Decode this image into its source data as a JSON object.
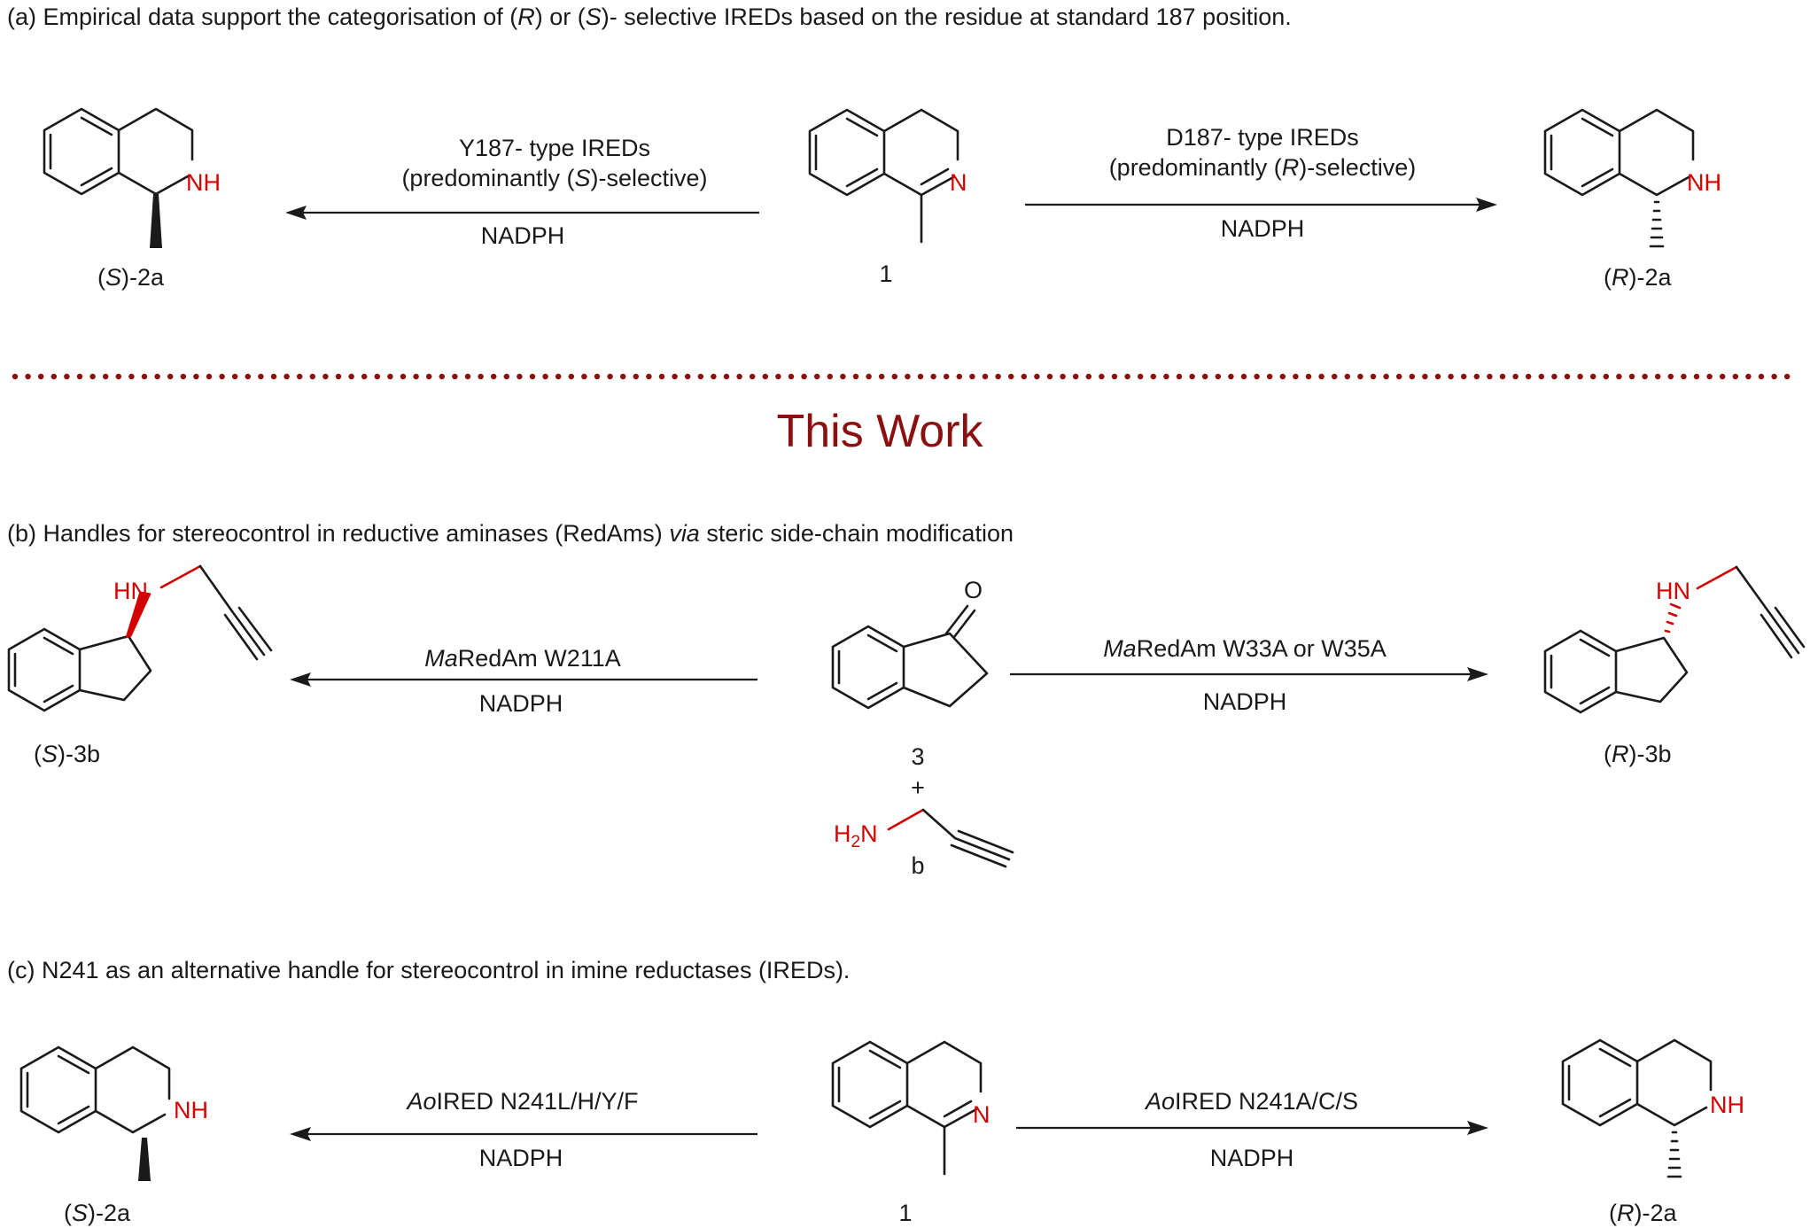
{
  "panel_a": {
    "caption_pre": "(a) Empirical data support the categorisation of (",
    "caption_R": "R",
    "caption_mid": ") or (",
    "caption_S": "S",
    "caption_post": ")- selective IREDs based on the residue at standard 187 position.",
    "left_label_open": "(",
    "left_label_italic": "S",
    "left_label_rest": ")-2a",
    "center_label": "1",
    "right_label_open": "(",
    "right_label_italic": "R",
    "right_label_rest": ")-2a",
    "left_arrow_line1": "Y187- type IREDs",
    "left_arrow_line2_pre": "(predominantly (",
    "left_arrow_line2_italic": "S",
    "left_arrow_line2_post": ")-selective)",
    "left_arrow_below": "NADPH",
    "right_arrow_line1": "D187- type IREDs",
    "right_arrow_line2_pre": "(predominantly (",
    "right_arrow_line2_italic": "R",
    "right_arrow_line2_post": ")-selective)",
    "right_arrow_below": "NADPH",
    "atom_NH_left": "NH",
    "atom_N_center": "N",
    "atom_NH_right": "NH"
  },
  "divider_title": "This Work",
  "panel_b": {
    "caption_pre": "(b)  Handles for stereocontrol in reductive aminases (RedAms) ",
    "caption_italic": "via",
    "caption_post": " steric side-chain modification",
    "left_label_open": "(",
    "left_label_italic": "S",
    "left_label_rest": ")-3b",
    "center_label": "3",
    "plus": "+",
    "amine_label": "b",
    "right_label_open": "(",
    "right_label_italic": "R",
    "right_label_rest": ")-3b",
    "left_arrow_italic": "Ma",
    "left_arrow_rest": "RedAm W211A",
    "left_arrow_below": "NADPH",
    "right_arrow_italic": "Ma",
    "right_arrow_rest": "RedAm W33A or W35A",
    "right_arrow_below": "NADPH",
    "atom_HN_left": "HN",
    "atom_O": "O",
    "atom_HN_right": "HN",
    "atom_H2N_H": "H",
    "atom_H2N_sub": "2",
    "atom_H2N_N": "N"
  },
  "panel_c": {
    "caption": "(c) N241 as an alternative handle for stereocontrol in imine reductases (IREDs).",
    "left_label_open": "(",
    "left_label_italic": "S",
    "left_label_rest": ")-2a",
    "center_label": "1",
    "right_label_open": "(",
    "right_label_italic": "R",
    "right_label_rest": ")-2a",
    "left_arrow_italic": "Ao",
    "left_arrow_rest": "IRED N241L/H/Y/F",
    "left_arrow_below": "NADPH",
    "right_arrow_italic": "Ao",
    "right_arrow_rest": "IRED N241A/C/S",
    "right_arrow_below": "NADPH",
    "atom_NH_left": "NH",
    "atom_N_center": "N",
    "atom_NH_right": "NH"
  },
  "colors": {
    "heteroatom": "#d40000",
    "divider": "#8b1111",
    "text": "#1a1a1a"
  }
}
